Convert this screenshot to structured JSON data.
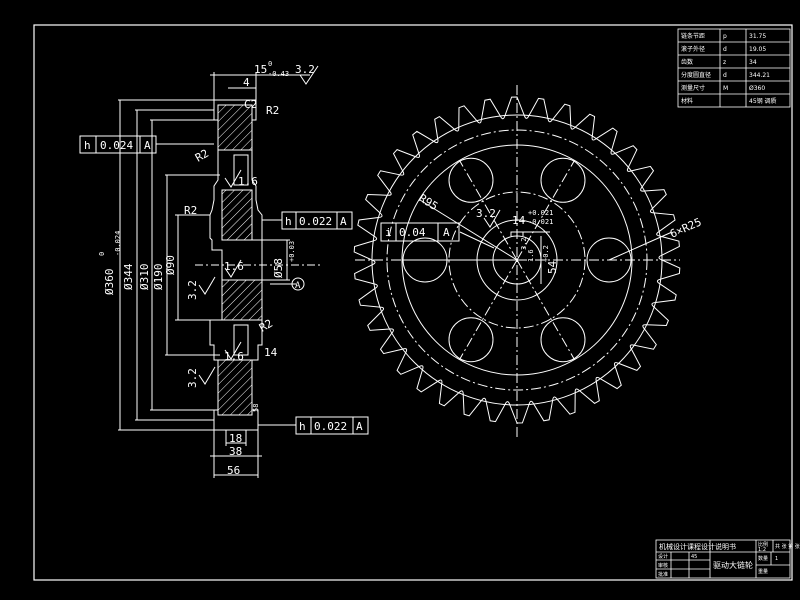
{
  "drawing": {
    "section_view": {
      "labels": {
        "dim_d360": "Ø360",
        "dim_d360_tol": "0",
        "dim_d360_tol_low": "-0.024",
        "dim_d344": "Ø344",
        "dim_d310": "Ø310",
        "dim_d190": "Ø190",
        "dim_d90": "Ø90",
        "dim_d58": "Ø58",
        "dim_d58_tol": "+0.03",
        "dim_chamfer": "15",
        "dim_chamfer_tol": "0",
        "dim_chamfer_tol_low": "-0.43",
        "dim_rough_top": "3.2",
        "dim_4": "4",
        "dim_r2_a": "R2",
        "dim_r2_b": "R2",
        "dim_r2_c": "R2",
        "dim_r2_d": "R2",
        "dim_c2": "C2",
        "dim_1_6_a": "1.6",
        "dim_1_6_b": "1.6",
        "dim_1_6_c": "1.6",
        "dim_3_2_a": "3.2",
        "dim_3_2_b": "3.2",
        "dim_14": "14",
        "dim_18": "18",
        "dim_38": "38",
        "dim_56": "56",
        "dim_58": "58",
        "datum": "A"
      },
      "frames": [
        {
          "sym": "h",
          "value": "0.024",
          "datum": "A"
        },
        {
          "sym": "h",
          "value": "0.022",
          "datum": "A"
        },
        {
          "sym": "h",
          "value": "0.022",
          "datum": "A"
        }
      ]
    },
    "front_view": {
      "tooth_count": 38,
      "hole_count": 6,
      "labels": {
        "r95": "R95",
        "rough": "3.2",
        "keyway_w": "14",
        "keyway_tol_hi": "+0.021",
        "keyway_tol_lo": "-0.021",
        "keyway_h": "54",
        "keyway_h_tol": "+0.2",
        "holes": "6×R25",
        "small_a": "3.2",
        "small_b": "1.6"
      },
      "frame": {
        "sym": "i",
        "value": "0.04",
        "datum": "A"
      }
    },
    "param_table": {
      "rows": [
        [
          "链条节距",
          "p",
          "31.75"
        ],
        [
          "滚子外径",
          "d",
          "19.05"
        ],
        [
          "齿数",
          "z",
          "34"
        ],
        [
          "分度圆直径",
          "d",
          "344.21"
        ],
        [
          "测量尺寸",
          "M",
          "Ø360"
        ],
        [
          "材料",
          "",
          "45钢 调质"
        ]
      ]
    },
    "title_block": {
      "school": "机械设计课程设计说明书",
      "part_name": "驱动大链轮",
      "scale_label": "比例",
      "scale": "1:2",
      "qty_label": "数量",
      "qty": "1",
      "sheet_label": "共 张 第 张",
      "drawn_label": "设计",
      "checked_label": "审核",
      "approved_label": "批准",
      "material": "45",
      "weight_label": "重量"
    }
  },
  "colors": {
    "line": "#ffffff",
    "background": "#000000"
  }
}
